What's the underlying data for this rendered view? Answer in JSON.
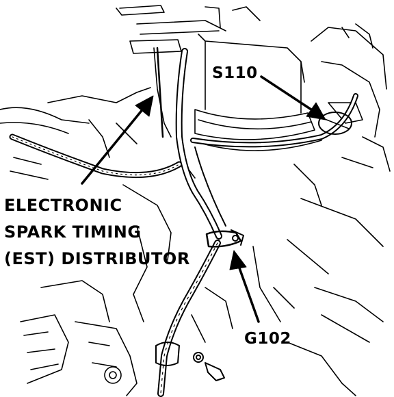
{
  "labels": {
    "splice": "S110",
    "ground": "G102",
    "component": {
      "line1": "ELECTRONIC",
      "line2": "SPARK TIMING",
      "line3": "(EST) DISTRIBUTOR"
    }
  },
  "colors": {
    "ink": "#000000",
    "paper": "#ffffff"
  }
}
